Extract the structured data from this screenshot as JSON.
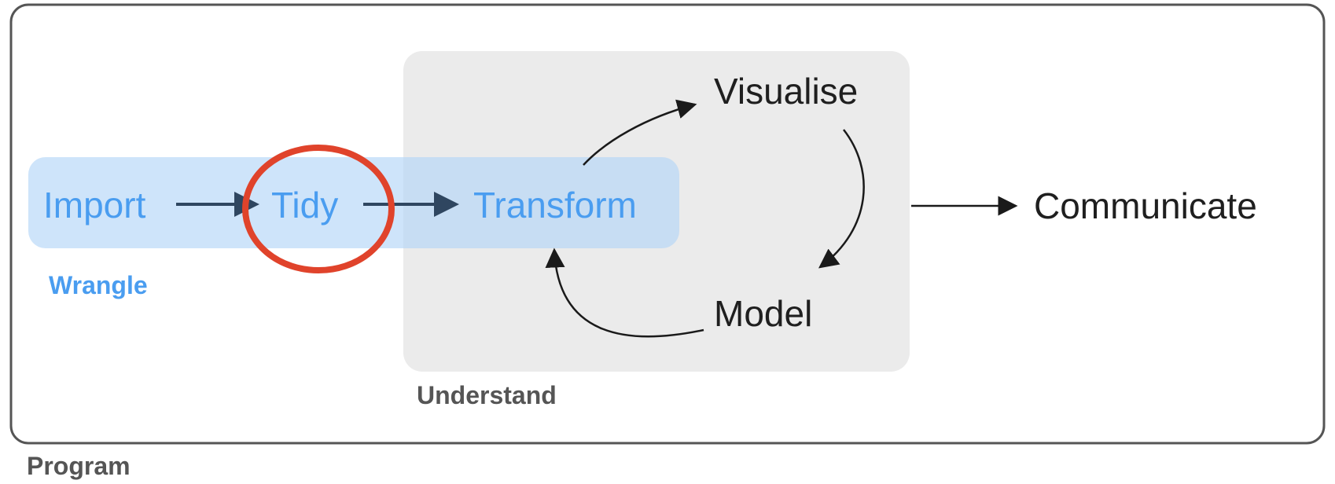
{
  "groups": {
    "program": "Program",
    "understand": "Understand",
    "wrangle": "Wrangle"
  },
  "nodes": {
    "import": "Import",
    "tidy": "Tidy",
    "transform": "Transform",
    "visualise": "Visualise",
    "model": "Model",
    "communicate": "Communicate"
  },
  "colors": {
    "wrangle_text": "#4a9df0",
    "wrangle_band": "#cfe4f8",
    "understand_box": "#ebebeb",
    "highlight_circle": "#e0432b",
    "text_dark": "#1f1f1f",
    "label_gray": "#555555"
  }
}
